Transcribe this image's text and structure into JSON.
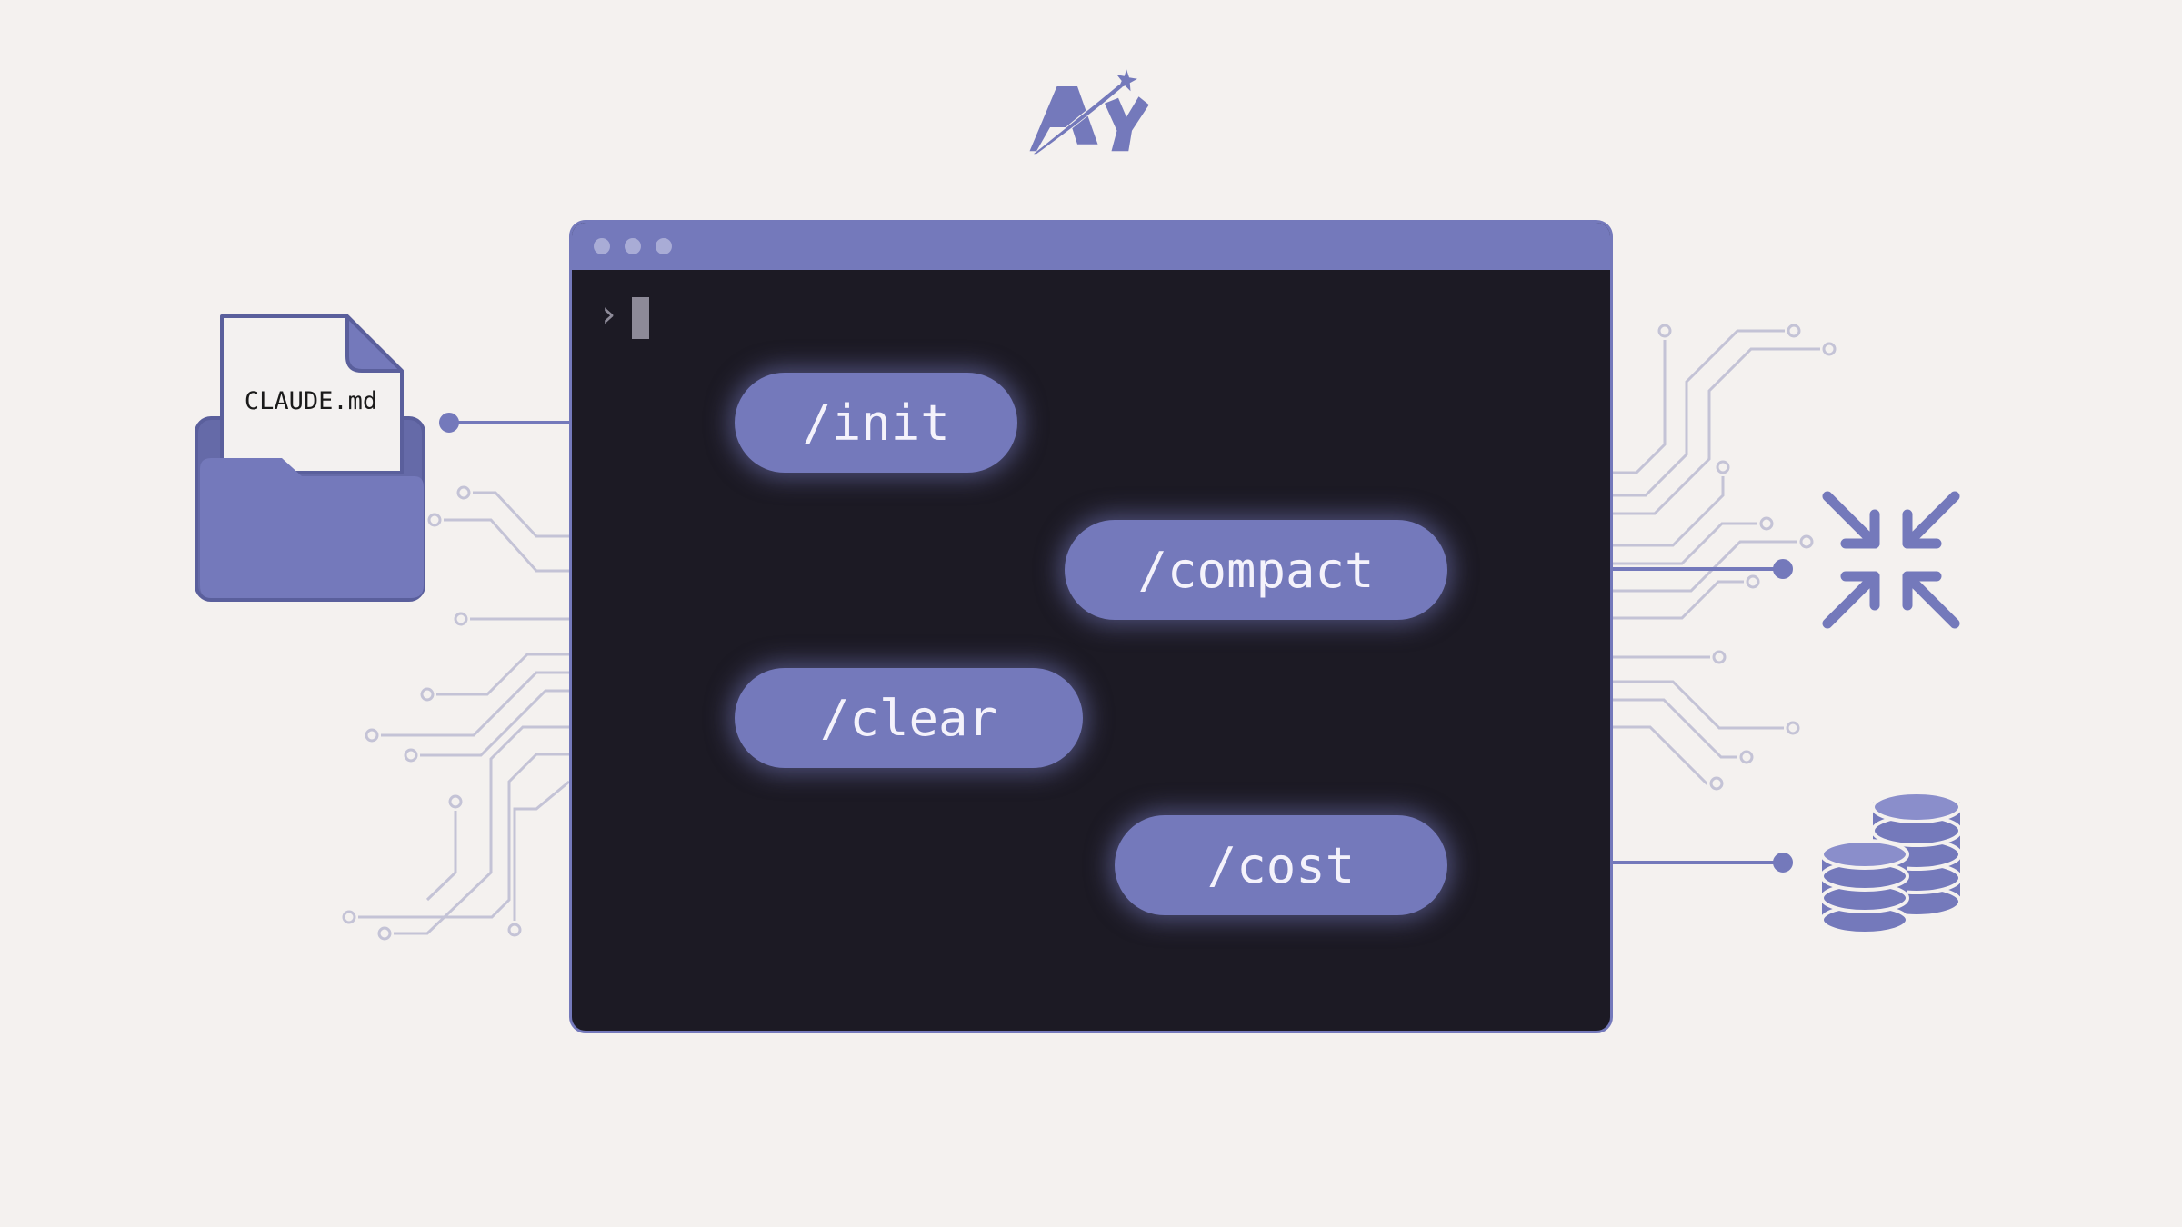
{
  "logo": {
    "text": "AY"
  },
  "file": {
    "name": "CLAUDE.md"
  },
  "terminal": {
    "prompt_symbol": "›",
    "commands": [
      {
        "label": "/init"
      },
      {
        "label": "/compact"
      },
      {
        "label": "/clear"
      },
      {
        "label": "/cost"
      }
    ]
  },
  "icons": {
    "folder": "folder-icon",
    "compress": "compress-arrows-icon",
    "coins": "coins-stack-icon"
  },
  "colors": {
    "accent": "#7479bb",
    "terminal_bg": "#1c1a24",
    "background": "#f4f1ef",
    "trace": "#c4c3d6"
  }
}
